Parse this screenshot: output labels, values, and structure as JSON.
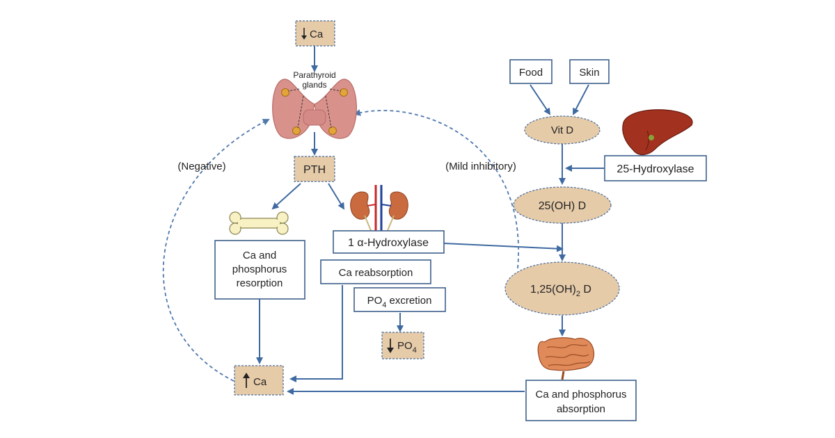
{
  "nodes": {
    "low_ca": "Ca",
    "parathyroid": {
      "line1": "Parathyroid",
      "line2": "glands"
    },
    "pth": "PTH",
    "bone_resorption": {
      "line1": "Ca and",
      "line2": "phosphorus",
      "line3": "resorption"
    },
    "hydroxylase_1a": "1 α-Hydroxylase",
    "ca_reabsorption": "Ca reabsorption",
    "po4_excretion": {
      "main": "PO",
      "sub": "4",
      "rest": " excretion"
    },
    "low_po4": {
      "main": "PO",
      "sub": "4"
    },
    "high_ca": "Ca",
    "food": "Food",
    "skin": "Skin",
    "vit_d": "Vit D",
    "hydroxylase_25": "25-Hydroxylase",
    "oh_d_25": "25(OH) D",
    "oh2_d_125": {
      "main": "1,25(OH)",
      "sub": "2",
      "rest": " D"
    },
    "absorption": {
      "line1": "Ca and phosphorus",
      "line2": "absorption"
    }
  },
  "feedback": {
    "negative": "(Negative)",
    "mild_inhibitory": "(Mild inhibitory)"
  },
  "colors": {
    "tan_fill": "#e6cba9",
    "arrow_blue": "#3f6aa1",
    "box_border": "#3d5f8c"
  }
}
